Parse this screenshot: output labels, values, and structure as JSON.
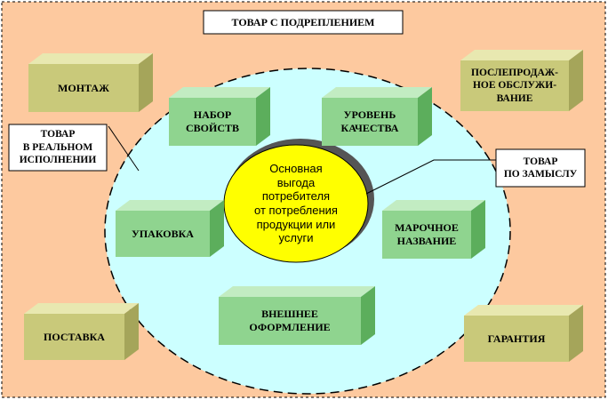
{
  "title": "ТОВАР С ПОДРЕПЛЕНИЕМ",
  "core": "Основная\nвыгода\nпотребителя\nот потребления\nпродукции или\nуслуги",
  "actual_product_label": "ТОВАР\nВ РЕАЛЬНОМ\nИСПОЛНЕНИИ",
  "product_by_design_label": "ТОВАР\nПО ЗАМЫСЛУ",
  "actual_product_boxes": {
    "properties": "НАБОР\nСВОЙСТВ",
    "quality": "УРОВЕНЬ\nКАЧЕСТВА",
    "packaging": "УПАКОВКА",
    "brand": "МАРОЧНОЕ\nНАЗВАНИЕ",
    "design": "ВНЕШНЕЕ\nОФОРМЛЕНИЕ"
  },
  "augmented_boxes": {
    "installation": "МОНТАЖ",
    "after_sales": "ПОСЛЕПРОДАЖ-\nНОЕ ОБСЛУЖИ-\nВАНИЕ",
    "delivery": "ПОСТАВКА",
    "warranty": "ГАРАНТИЯ"
  },
  "colors": {
    "background": "#fdc99f",
    "ellipse": "#ccffff",
    "core": "#ffff00",
    "green_box": "#8fd48f",
    "olive_box": "#c9c97a"
  }
}
